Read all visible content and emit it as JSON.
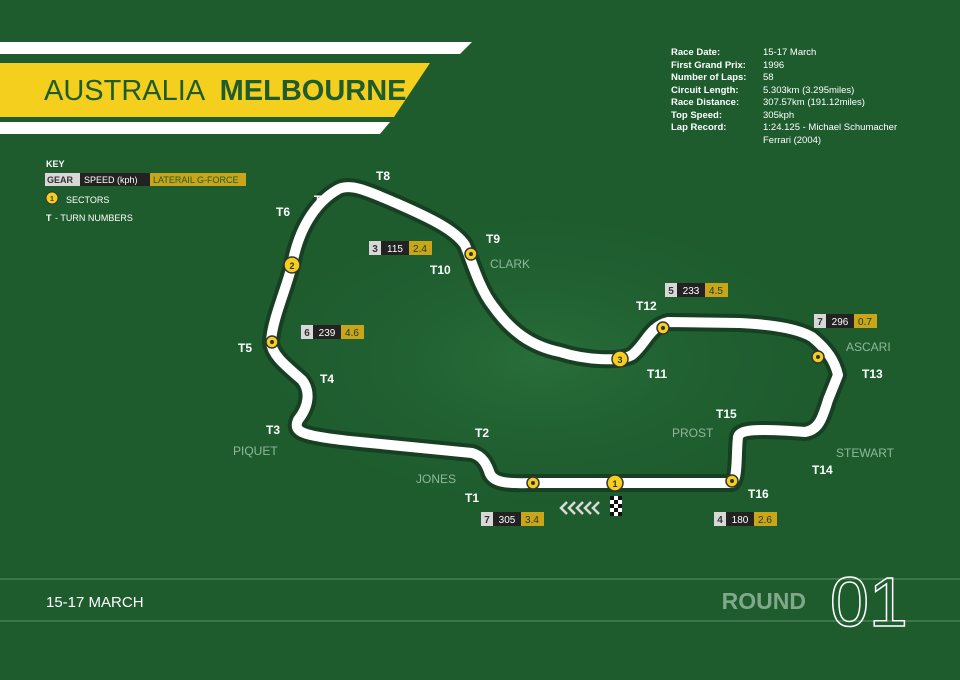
{
  "header": {
    "country": "AUSTRALIA",
    "city": "MELBOURNE"
  },
  "info": [
    {
      "label": "Race Date:",
      "value": "15-17 March"
    },
    {
      "label": "First Grand Prix:",
      "value": "1996"
    },
    {
      "label": "Number of Laps:",
      "value": "58"
    },
    {
      "label": "Circuit Length:",
      "value": "5.303km (3.295miles)"
    },
    {
      "label": "Race Distance:",
      "value": "307.57km (191.12miles)"
    },
    {
      "label": "Top Speed:",
      "value": "305kph"
    },
    {
      "label": "Lap Record:",
      "value": "1:24.125 - Michael Schumacher",
      "value2": "Ferrari (2004)"
    }
  ],
  "key": {
    "title": "KEY",
    "gear": "GEAR",
    "speed": "SPEED (kph)",
    "lateral": "LATERAIL G-FORCE",
    "sectors_marker": "1",
    "sectors": "SECTORS",
    "turns_letter": "T",
    "turns": "- TURN NUMBERS"
  },
  "turns": [
    "T1",
    "T2",
    "T3",
    "T4",
    "T5",
    "T6",
    "T7",
    "T8",
    "T9",
    "T10",
    "T11",
    "T12",
    "T13",
    "T14",
    "T15",
    "T16"
  ],
  "corner_names": [
    "CLARK",
    "ASCARI",
    "STEWART",
    "PROST",
    "JONES",
    "PIQUET"
  ],
  "sectors": [
    "1",
    "2",
    "3"
  ],
  "badges": [
    {
      "gear": "3",
      "speed": "115",
      "g": "2.4"
    },
    {
      "gear": "5",
      "speed": "233",
      "g": "4.5"
    },
    {
      "gear": "7",
      "speed": "296",
      "g": "0.7"
    },
    {
      "gear": "6",
      "speed": "239",
      "g": "4.6"
    },
    {
      "gear": "7",
      "speed": "305",
      "g": "3.4"
    },
    {
      "gear": "4",
      "speed": "180",
      "g": "2.6"
    }
  ],
  "footer": {
    "date": "15-17 MARCH",
    "round_label": "ROUND",
    "round_number": "01"
  },
  "colors": {
    "background": "#1e5c2e",
    "accent_yellow": "#f4cf1e",
    "track": "#ffffff",
    "badge_gold": "#c9a51a",
    "round_text": "#7fa98a"
  }
}
